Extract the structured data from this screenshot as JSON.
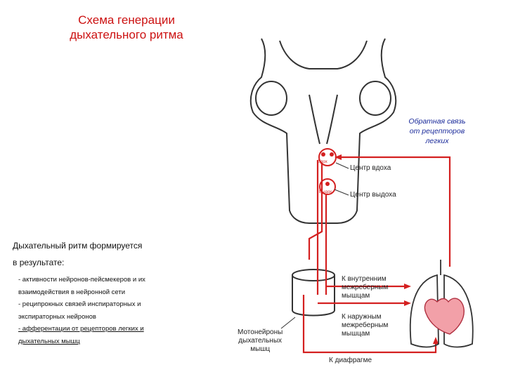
{
  "title": {
    "line1": "Схема генерации",
    "line2": "дыхательного ритма"
  },
  "feedback": {
    "line1": "Обратная связь",
    "line2": "от рецепторов",
    "line3": "легких"
  },
  "labels": {
    "inspiration_center": "Центр вдоха",
    "expiration_center": "Центр выдоха",
    "internal_intercostal": [
      "К внутренним",
      "межреберным",
      "мышцам"
    ],
    "external_intercostal": [
      "К наружным",
      "межреберным",
      "мышцам"
    ],
    "motoneurons": [
      "Мотонейроны",
      "дыхательных",
      "мышц"
    ],
    "diaphragm": "К диафрагме",
    "insp_sign": "Вдох",
    "exp_sign": "Выдох"
  },
  "text": {
    "lead1": "Дыхательный ритм формируется",
    "lead2": "в результате:",
    "items": [
      "- активности нейронов-пейсмекеров и их",
      "взаимодействия в нейронной сети",
      "- реципрокных связей инспираторных и",
      "экспираторных нейронов",
      "- афферентации от рецепторов легких и",
      "дыхательных мышц"
    ]
  },
  "colors": {
    "accent": "#cc1111",
    "nerve": "#d42020",
    "feedback_text": "#1a2a9a",
    "heart": "#f2a0a8"
  }
}
